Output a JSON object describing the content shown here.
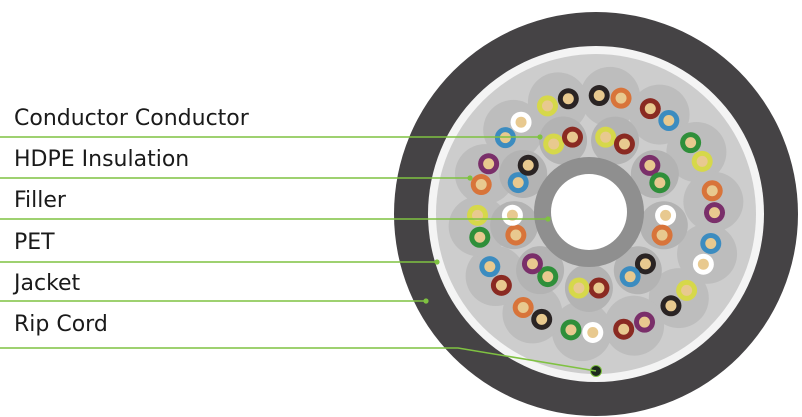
{
  "labels": [
    {
      "id": "conductor",
      "text": "Conductor Conductor"
    },
    {
      "id": "hdpe-insulation",
      "text": "HDPE Insulation"
    },
    {
      "id": "filler",
      "text": "Filler"
    },
    {
      "id": "pet",
      "text": "PET"
    },
    {
      "id": "jacket",
      "text": "Jacket"
    },
    {
      "id": "rip-cord",
      "text": "Rip Cord"
    }
  ],
  "colors": {
    "jacket": "#454345",
    "pet_layer": "#f3f3f3",
    "core_fill": "#c8c8c8",
    "pair_bundle": "#b9b9b9",
    "leader_line": "#7fc241",
    "conductor_copper": "#e8c98f",
    "insulation_palette": [
      "#2a2424",
      "#8a2a22",
      "#2f8f3a",
      "#d8743a",
      "#3c8cc0",
      "#d6d84a",
      "#7a2f6a",
      "#ffffff"
    ]
  }
}
